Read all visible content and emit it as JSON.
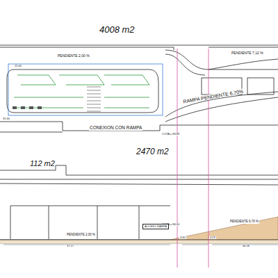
{
  "diagram": {
    "nodes": [
      {
        "text": [
          "ACCESO RAMPA"
        ]
      }
    ],
    "labels": [
      "4008 m2",
      "PENDIENTE 2,00 %",
      "PENDIENTE 7,12 %",
      "15.00",
      "92.40",
      "CONEXION CON RAMPA",
      "COTA = 83.89",
      "RAMPA PENDIENTE 6,70%",
      "2470 m2",
      "112 m2",
      "PENDIENTE 2,00 %",
      "COTA = 84.00",
      "PENDIENTE 6,70 %",
      "97.17",
      "3.60",
      "4.23",
      "66.18"
    ]
  }
}
